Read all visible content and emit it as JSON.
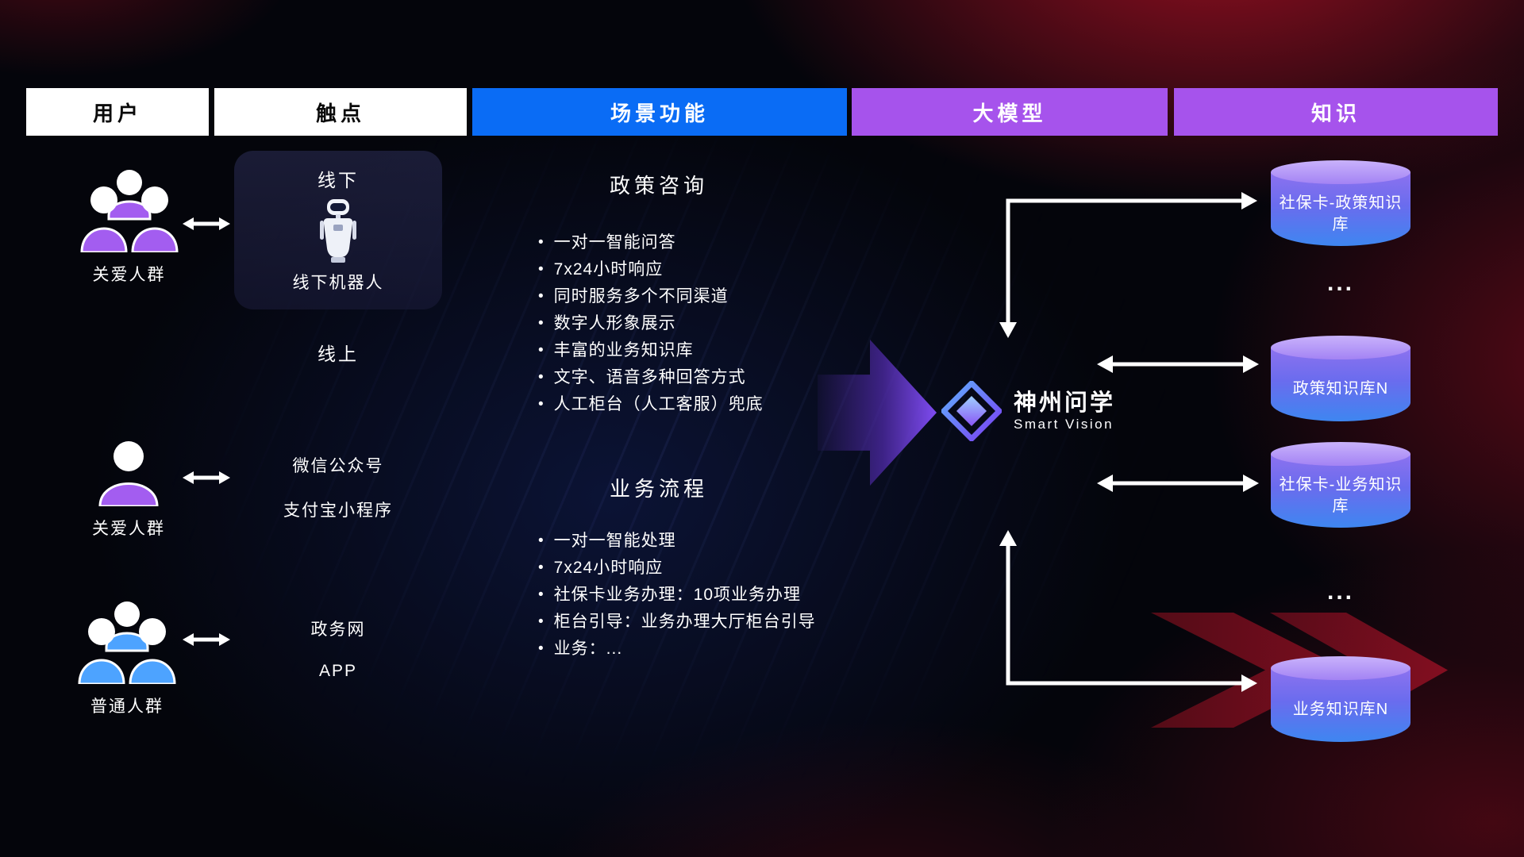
{
  "headers": {
    "users": "用户",
    "touchpoints": "触点",
    "scenarios": "场景功能",
    "model": "大模型",
    "knowledge": "知识"
  },
  "users": [
    {
      "label": "关爱人群",
      "icon": "user-group-icon",
      "color": "#a35df0"
    },
    {
      "label": "关爱人群",
      "icon": "user-single-icon",
      "color": "#a35df0"
    },
    {
      "label": "普通人群",
      "icon": "user-group-icon",
      "color": "#4da3ff"
    }
  ],
  "touchpoints": {
    "offline_title": "线下",
    "offline_robot": "线下机器人",
    "online_title": "线上",
    "wechat": "微信公众号",
    "alipay": "支付宝小程序",
    "gov_web": "政务网",
    "app": "APP"
  },
  "scenarios": [
    {
      "title": "政策咨询",
      "items": [
        "一对一智能问答",
        "7x24小时响应",
        "同时服务多个不同渠道",
        "数字人形象展示",
        "丰富的业务知识库",
        "文字、语音多种回答方式",
        "人工柜台（人工客服）兜底"
      ]
    },
    {
      "title": "业务流程",
      "items": [
        "一对一智能处理",
        "7x24小时响应",
        "社保卡业务办理：10项业务办理",
        "柜台引导：业务办理大厅柜台引导",
        "业务：..."
      ]
    }
  ],
  "model": {
    "name": "神州问学",
    "subtitle": "Smart Vision"
  },
  "knowledge": [
    {
      "label": "社保卡-政策知识库",
      "type": "database"
    },
    {
      "label": "...",
      "type": "ellipsis"
    },
    {
      "label": "政策知识库N",
      "type": "database"
    },
    {
      "label": "社保卡-业务知识库",
      "type": "database"
    },
    {
      "label": "...",
      "type": "ellipsis"
    },
    {
      "label": "业务知识库N",
      "type": "database"
    }
  ],
  "colors": {
    "header_blue": "#0a6cf5",
    "header_purple": "#a653ec",
    "user_purple": "#a35df0",
    "user_blue": "#4da3ff",
    "db_top": "#b9a0f8",
    "db_body_top": "#8d72ef",
    "db_body_bottom": "#3e86f0",
    "big_arrow_purple": "#7e4bf0",
    "background_red": "#8a0f22",
    "connector_white": "#ffffff"
  }
}
